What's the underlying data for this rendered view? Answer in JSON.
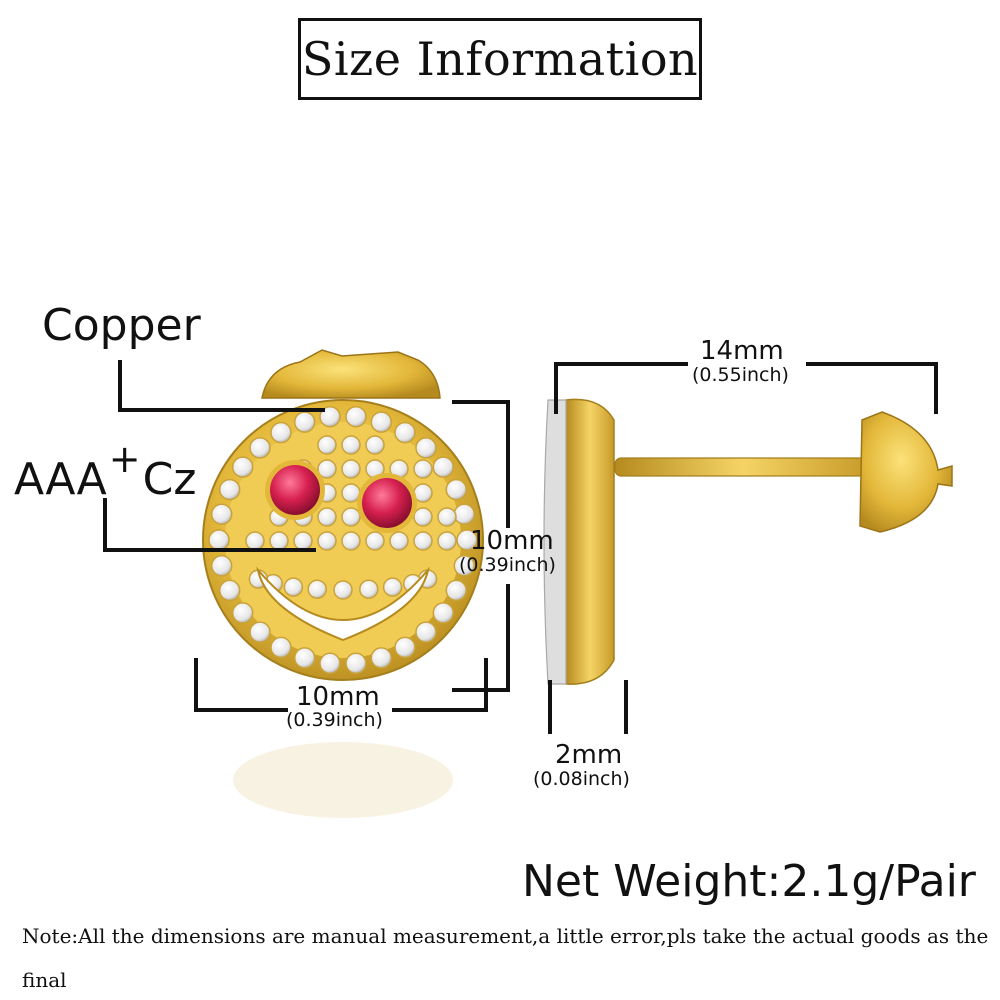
{
  "title": "Size Information",
  "labels": {
    "material": "Copper",
    "stone_main": "AAA",
    "stone_plus": "+",
    "stone_suffix": "Cz"
  },
  "dimensions": {
    "stem_length_mm": "14mm",
    "stem_length_inch": "(0.55inch)",
    "height_mm": "10mm",
    "height_inch": "(0.39inch)",
    "width_mm": "10mm",
    "width_inch": "(0.39inch)",
    "thickness_mm": "2mm",
    "thickness_inch": "(0.08inch)"
  },
  "weight": "Net Weight:2.1g/Pair",
  "note": "Note:All the dimensions are manual measurement,a little error,pls take the actual goods as the final",
  "colors": {
    "gold": "#e3b83a",
    "gold_dark": "#b58a1e",
    "ruby": "#d6204f",
    "crystal": "#f2f2f2",
    "line": "#111111"
  }
}
